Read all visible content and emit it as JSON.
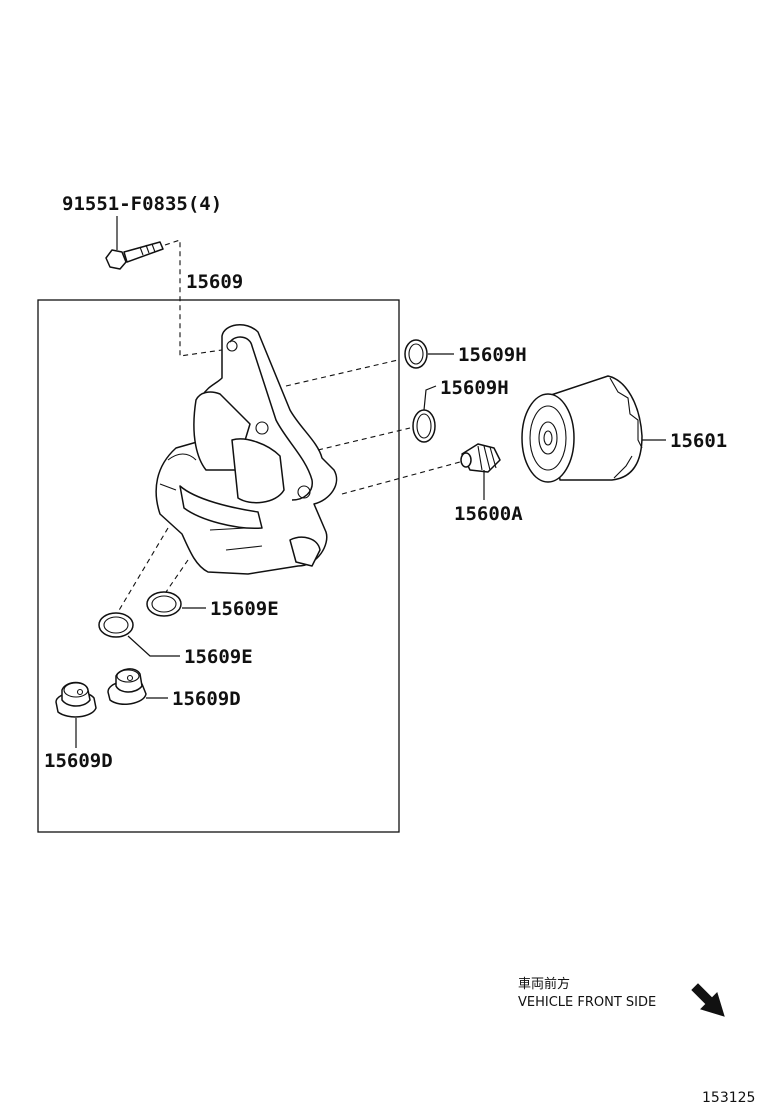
{
  "labels": {
    "bolt": "91551-F0835(4)",
    "housing": "15609",
    "o_ring_h_upper": "15609H",
    "o_ring_h_lower": "15609H",
    "filter": "15601",
    "union_bolt": "15600A",
    "gasket_e_right": "15609E",
    "gasket_e_left": "15609E",
    "plug_d_right": "15609D",
    "plug_d_left": "15609D"
  },
  "direction": {
    "japanese": "車両前方",
    "english": "VEHICLE FRONT SIDE",
    "arrow_icon": "arrow-down-right-icon"
  },
  "diagram_number": "153125"
}
